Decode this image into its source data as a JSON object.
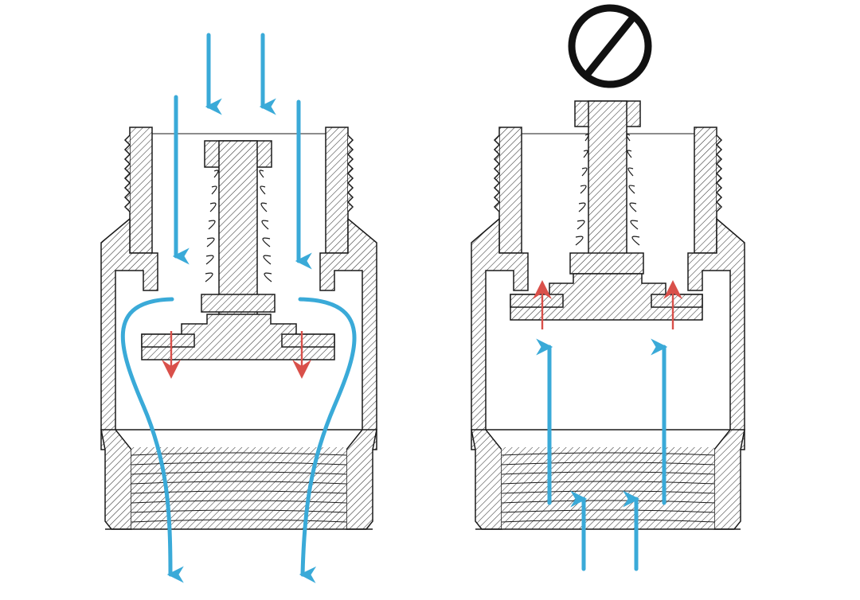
{
  "colors": {
    "flow": "#3aaad8",
    "force": "#d9504a",
    "stroke": "#1a1a1a",
    "hatch": "#333333",
    "background": "#ffffff"
  },
  "panels": [
    {
      "state": "open",
      "flow_direction": "down",
      "symbols": []
    },
    {
      "state": "closed",
      "flow_direction": "up",
      "symbols": [
        "no-flow-icon"
      ]
    }
  ]
}
